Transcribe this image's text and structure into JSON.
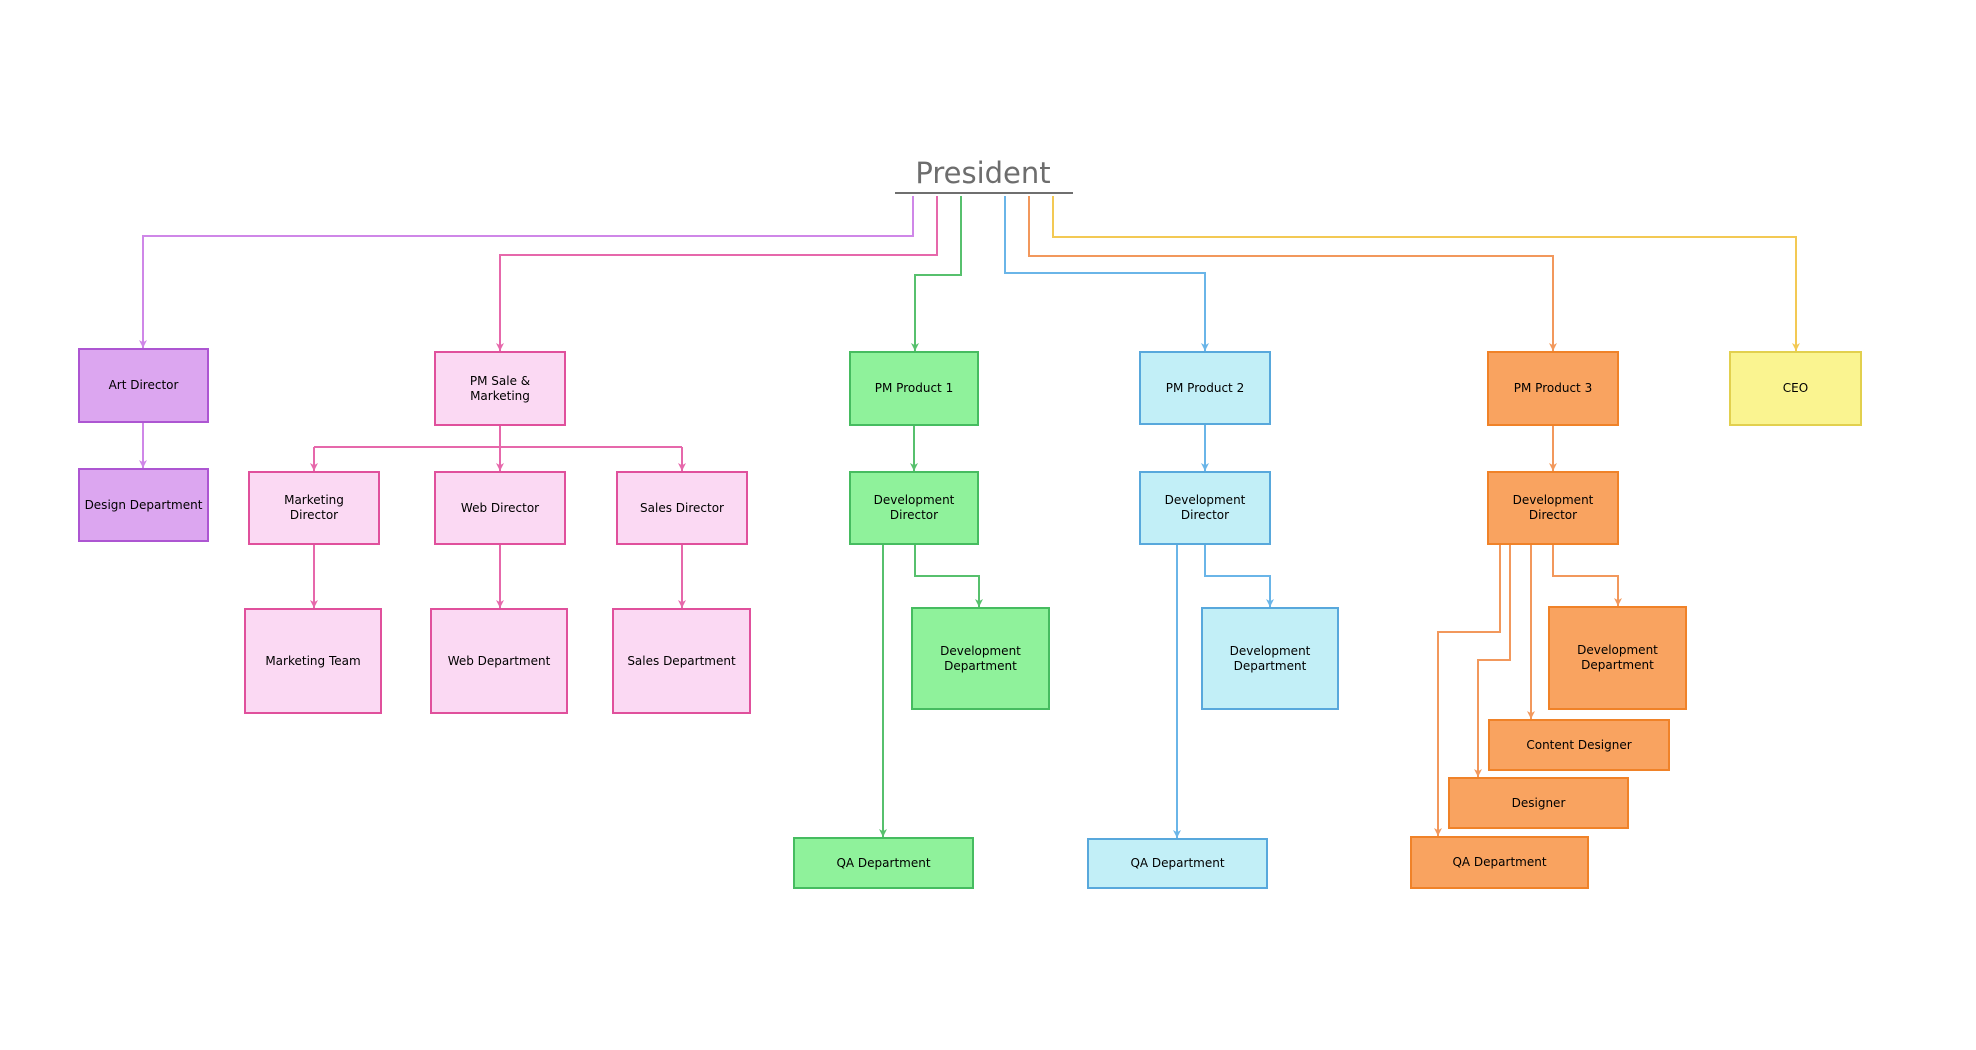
{
  "title": {
    "label": "President"
  },
  "palette": {
    "purple": {
      "fill": "#dca6f0",
      "border": "#ad56d2",
      "line": "#cf87e8"
    },
    "pink": {
      "fill": "#fbd9f3",
      "border": "#e0509c",
      "line": "#e668ab"
    },
    "green": {
      "fill": "#8ff29b",
      "border": "#46bc60",
      "line": "#57c06d"
    },
    "blue": {
      "fill": "#c2eff7",
      "border": "#58a8dc",
      "line": "#6ab5e8"
    },
    "orange": {
      "fill": "#f9a360",
      "border": "#f08228",
      "line": "#f2985c"
    },
    "yellow": {
      "fill": "#faf490",
      "border": "#e2d04e",
      "line": "#f3c954"
    },
    "title_text": "#6d6d6d",
    "title_underline": "#6f6f6f",
    "background": "#ffffff"
  },
  "nodes": {
    "art_director": {
      "label": "Art Director"
    },
    "design_department": {
      "label": "Design Department"
    },
    "pm_sale_marketing": {
      "label": "PM Sale &\nMarketing"
    },
    "marketing_director": {
      "label": "Marketing\nDirector"
    },
    "web_director": {
      "label": "Web Director"
    },
    "sales_director": {
      "label": "Sales Director"
    },
    "marketing_team": {
      "label": "Marketing Team"
    },
    "web_department": {
      "label": "Web Department"
    },
    "sales_department": {
      "label": "Sales Department"
    },
    "pm_product_1": {
      "label": "PM Product 1"
    },
    "development_director_1": {
      "label": "Development\nDirector"
    },
    "development_department_1": {
      "label": "Development\nDepartment"
    },
    "qa_department_1": {
      "label": "QA Department"
    },
    "pm_product_2": {
      "label": "PM Product 2"
    },
    "development_director_2": {
      "label": "Development\nDirector"
    },
    "development_department_2": {
      "label": "Development\nDepartment"
    },
    "qa_department_2": {
      "label": "QA Department"
    },
    "pm_product_3": {
      "label": "PM Product 3"
    },
    "development_director_3": {
      "label": "Development\nDirector"
    },
    "development_department_3": {
      "label": "Development\nDepartment"
    },
    "content_designer": {
      "label": "Content Designer"
    },
    "designer": {
      "label": "Designer"
    },
    "qa_department_3": {
      "label": "QA Department"
    },
    "ceo": {
      "label": "CEO"
    }
  },
  "edges": [
    {
      "from": "president",
      "to": "art_director"
    },
    {
      "from": "president",
      "to": "pm_sale_marketing"
    },
    {
      "from": "president",
      "to": "pm_product_1"
    },
    {
      "from": "president",
      "to": "pm_product_2"
    },
    {
      "from": "president",
      "to": "pm_product_3"
    },
    {
      "from": "president",
      "to": "ceo"
    },
    {
      "from": "art_director",
      "to": "design_department"
    },
    {
      "from": "pm_sale_marketing",
      "to": "marketing_director"
    },
    {
      "from": "pm_sale_marketing",
      "to": "web_director"
    },
    {
      "from": "pm_sale_marketing",
      "to": "sales_director"
    },
    {
      "from": "marketing_director",
      "to": "marketing_team"
    },
    {
      "from": "web_director",
      "to": "web_department"
    },
    {
      "from": "sales_director",
      "to": "sales_department"
    },
    {
      "from": "pm_product_1",
      "to": "development_director_1"
    },
    {
      "from": "development_director_1",
      "to": "development_department_1"
    },
    {
      "from": "development_director_1",
      "to": "qa_department_1"
    },
    {
      "from": "pm_product_2",
      "to": "development_director_2"
    },
    {
      "from": "development_director_2",
      "to": "development_department_2"
    },
    {
      "from": "development_director_2",
      "to": "qa_department_2"
    },
    {
      "from": "pm_product_3",
      "to": "development_director_3"
    },
    {
      "from": "development_director_3",
      "to": "development_department_3"
    },
    {
      "from": "development_director_3",
      "to": "content_designer"
    },
    {
      "from": "development_director_3",
      "to": "designer"
    },
    {
      "from": "development_director_3",
      "to": "qa_department_3"
    }
  ]
}
